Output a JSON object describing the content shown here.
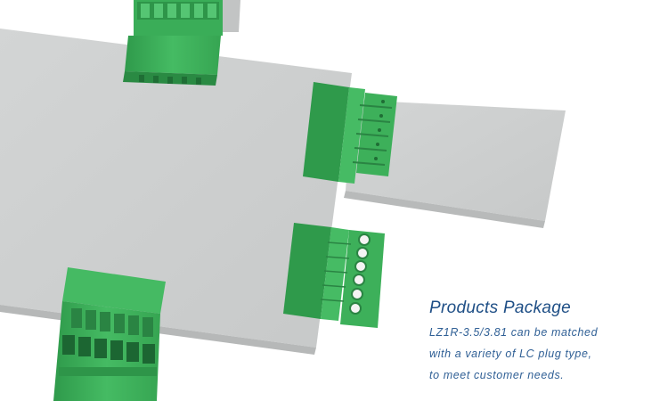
{
  "image": {
    "description_icons": [
      "terminal-block-connector",
      "printed-circuit-board"
    ],
    "colors": {
      "connector_green": "#3fb25d",
      "connector_dark": "#2c8c45",
      "board_gray": "#cfd1d1",
      "caption_title": "#1f4f86",
      "caption_text": "#2f5f95"
    }
  },
  "caption": {
    "title": "Products Package",
    "line1": "LZ1R-3.5/3.81 can be matched",
    "line2": "with a variety of LC plug type,",
    "line3": "to meet customer needs."
  }
}
